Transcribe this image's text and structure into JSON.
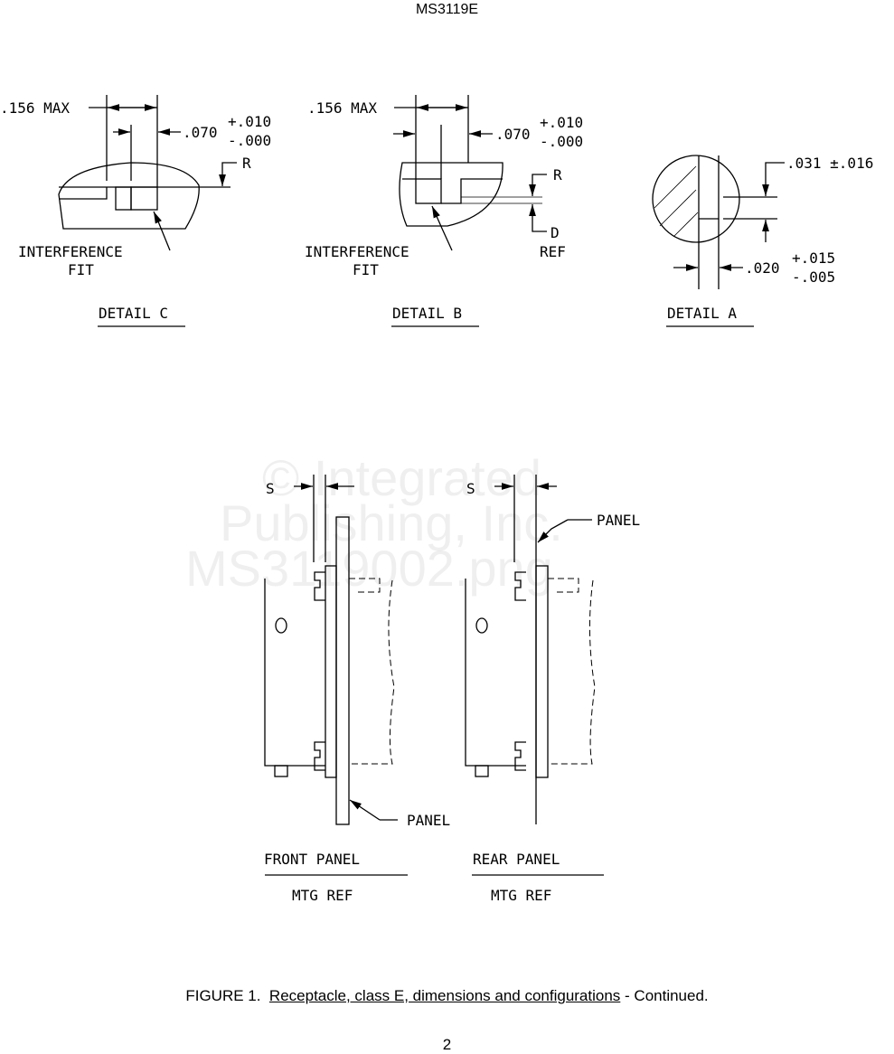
{
  "header": {
    "doc_number": "MS3119E"
  },
  "detail_c": {
    "max_dim": ".156 MAX",
    "dim": ".070",
    "tol_plus": "+.010",
    "tol_minus": "-.000",
    "radius": "R",
    "note_line1": "INTERFERENCE",
    "note_line2": "FIT",
    "title": "DETAIL C"
  },
  "detail_b": {
    "max_dim": ".156 MAX",
    "dim": ".070",
    "tol_plus": "+.010",
    "tol_minus": "-.000",
    "radius": "R",
    "d_label": "D",
    "ref_label": "REF",
    "note_line1": "INTERFERENCE",
    "note_line2": "FIT",
    "title": "DETAIL B"
  },
  "detail_a": {
    "dim_top": ".031 ±.016",
    "dim_bottom": ".020",
    "tol_plus": "+.015",
    "tol_minus": "-.005",
    "title": "DETAIL A"
  },
  "mounting": {
    "s_label": "S",
    "panel_label": "PANEL",
    "front_title": "FRONT PANEL",
    "rear_title": "REAR PANEL",
    "mtg_ref": "MTG REF"
  },
  "watermark": {
    "line1": "© Integrated",
    "line2": "Publishing, Inc.",
    "line3": "MS3119002.png"
  },
  "caption": {
    "prefix": "FIGURE 1.",
    "title": "Receptacle, class E, dimensions and configurations",
    "suffix": " - Continued."
  },
  "page_number": "2"
}
